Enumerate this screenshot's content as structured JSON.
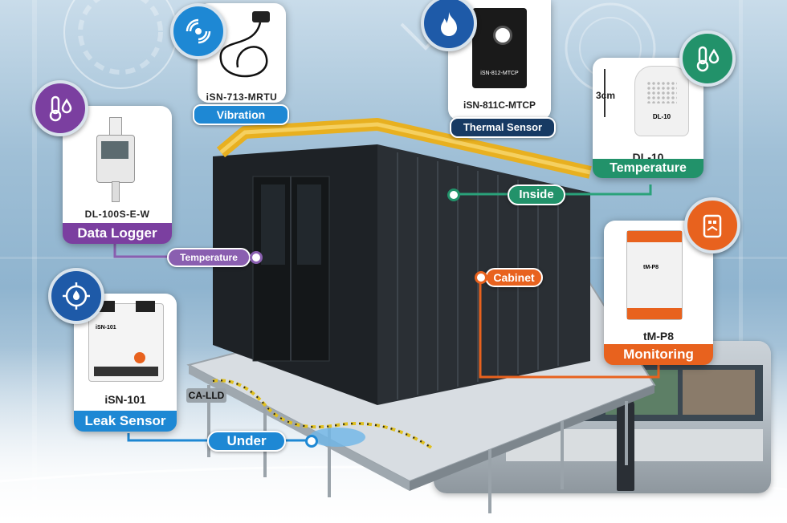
{
  "colors": {
    "purple": "#7b3fa0",
    "blue": "#1e88d4",
    "navy": "#173a63",
    "green": "#22926a",
    "orange": "#e8621e"
  },
  "cards": {
    "vibration": {
      "model": "iSN-713-MRTU",
      "label": "Vibration",
      "icon": "vibration-icon"
    },
    "thermal": {
      "model": "iSN-811C-MTCP",
      "label": "Thermal Sensor",
      "icon": "fire-icon",
      "device_text": "iSN-812-MTCP"
    },
    "dl10": {
      "model": "DL-10",
      "label": "Temperature",
      "icon": "thermometer-drop-icon",
      "size_label": "3cm",
      "device_text": "DL-10"
    },
    "dl100": {
      "model": "DL-100S-E-W",
      "label": "Data Logger",
      "icon": "thermometer-drop-icon"
    },
    "leak": {
      "model": "iSN-101",
      "label": "Leak Sensor",
      "icon": "water-drop-target-icon",
      "device_text": "iSN-101"
    },
    "tmp8": {
      "model": "tM-P8",
      "label": "Monitoring",
      "icon": "usb-plug-icon",
      "device_text": "tM-P8"
    }
  },
  "callouts": {
    "inside": "Inside",
    "temperature": "Temperature",
    "cabinet": "Cabinet",
    "under": "Under",
    "cable": "CA-LLD"
  }
}
